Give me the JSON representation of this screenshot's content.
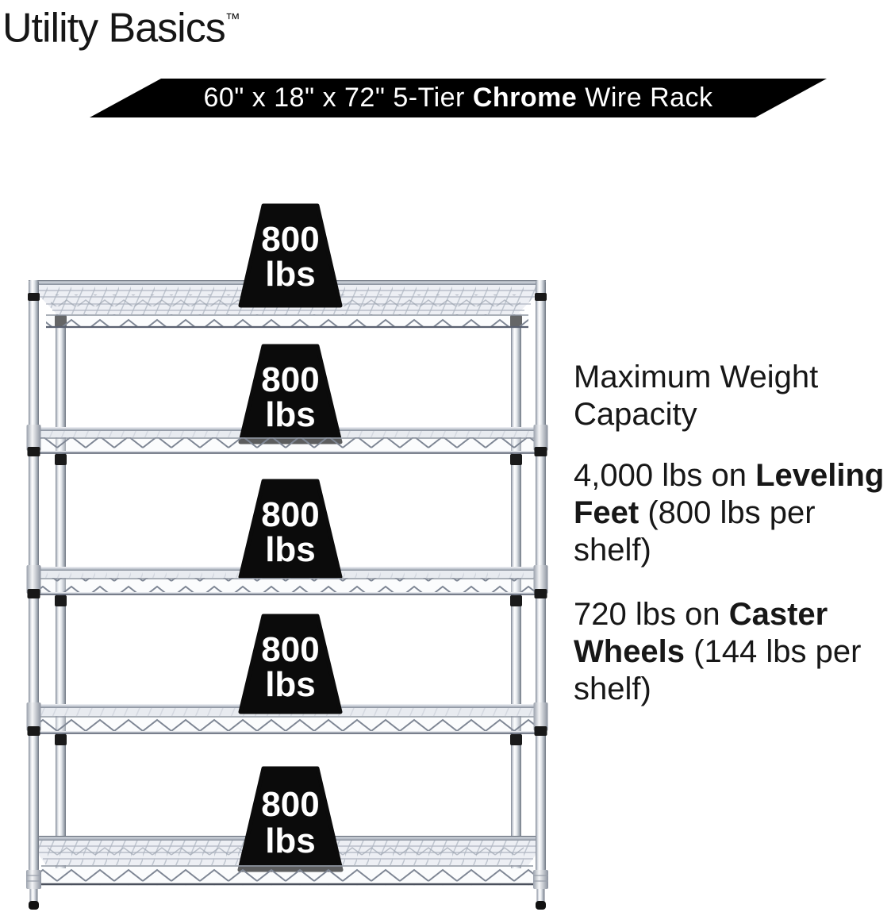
{
  "brand": {
    "name": "Utility Basics",
    "trademark_symbol": "™"
  },
  "banner": {
    "text_before": "60\" x 18\" x 72\" 5-Tier ",
    "text_bold": "Chrome",
    "text_after": " Wire Rack",
    "background": "#000000",
    "text_color": "#ffffff"
  },
  "rack": {
    "description": "5-tier chrome wire shelving rack with leveling feet",
    "tiers": "5",
    "shelf_weights": [
      {
        "value": "800",
        "unit": "lbs"
      },
      {
        "value": "800",
        "unit": "lbs"
      },
      {
        "value": "800",
        "unit": "lbs"
      },
      {
        "value": "800",
        "unit": "lbs"
      },
      {
        "value": "800",
        "unit": "lbs"
      }
    ]
  },
  "capacity_info": {
    "heading": "Maximum Weight Capacity",
    "items": [
      {
        "lead": "4,000 lbs on ",
        "emphasis": "Leveling Feet",
        "detail": " (800 lbs per shelf)"
      },
      {
        "lead": "720 lbs on ",
        "emphasis": "Caster Wheels",
        "detail": " (144 lbs per shelf)"
      }
    ]
  },
  "colors": {
    "background": "#ffffff",
    "banner_bg": "#000000",
    "weight_fill": "#0b0b0b",
    "text": "#171717",
    "chrome_light": "#edeff4",
    "chrome_dark": "#79818d"
  }
}
